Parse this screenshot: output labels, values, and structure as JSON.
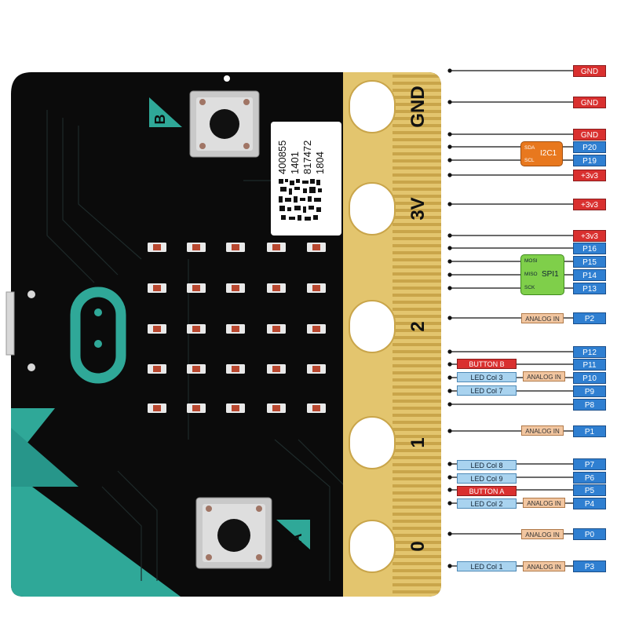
{
  "board": {
    "edge_labels": [
      "GND",
      "3V",
      "2",
      "1",
      "0"
    ],
    "button_a_label": "A",
    "button_b_label": "B",
    "sticker_lines": [
      "400855",
      "1401",
      "817472",
      "1804"
    ]
  },
  "pins": [
    {
      "label": "GND",
      "color": "red"
    },
    {
      "label": "GND",
      "color": "red"
    },
    {
      "label": "GND",
      "color": "red"
    },
    {
      "label": "P20",
      "color": "blue"
    },
    {
      "label": "P19",
      "color": "blue"
    },
    {
      "label": "+3v3",
      "color": "red"
    },
    {
      "label": "+3v3",
      "color": "red"
    },
    {
      "label": "+3v3",
      "color": "red"
    },
    {
      "label": "P16",
      "color": "blue"
    },
    {
      "label": "P15",
      "color": "blue"
    },
    {
      "label": "P14",
      "color": "blue"
    },
    {
      "label": "P13",
      "color": "blue"
    },
    {
      "label": "P2",
      "color": "blue"
    },
    {
      "label": "P12",
      "color": "blue"
    },
    {
      "label": "P11",
      "color": "blue"
    },
    {
      "label": "P10",
      "color": "blue"
    },
    {
      "label": "P9",
      "color": "blue"
    },
    {
      "label": "P8",
      "color": "blue"
    },
    {
      "label": "P1",
      "color": "blue"
    },
    {
      "label": "P7",
      "color": "blue"
    },
    {
      "label": "P6",
      "color": "blue"
    },
    {
      "label": "P5",
      "color": "blue"
    },
    {
      "label": "P4",
      "color": "blue"
    },
    {
      "label": "P0",
      "color": "blue"
    },
    {
      "label": "P3",
      "color": "blue"
    }
  ],
  "function_tags": {
    "analog_in": "ANALOG IN",
    "button_b": "BUTTON B",
    "button_a": "BUTTON A",
    "led_col_1": "LED Col 1",
    "led_col_2": "LED Col 2",
    "led_col_3": "LED Col 3",
    "led_col_7": "LED Col 7",
    "led_col_8": "LED Col 8",
    "led_col_9": "LED Col 9"
  },
  "buses": {
    "i2c": {
      "name": "I2C1",
      "signals": [
        "SDA",
        "SCL"
      ]
    },
    "spi": {
      "name": "SPI1",
      "signals": [
        "MOSI",
        "MISO",
        "SCK"
      ]
    }
  },
  "colors": {
    "board": "#0b0b0b",
    "teal": "#2fa898",
    "gold": "#e3c56e",
    "pin_red": "#d9302f",
    "pin_blue": "#2f7fd1",
    "led": "#b8472f"
  }
}
